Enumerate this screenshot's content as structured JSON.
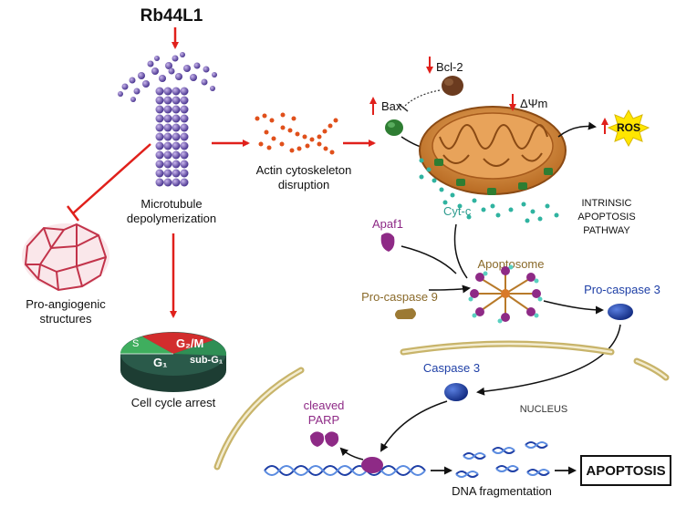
{
  "title": "Rb44L1",
  "labels": {
    "microtubule": [
      "Microtubule",
      "depolymerization"
    ],
    "actin": [
      "Actin cytoskeleton",
      "disruption"
    ],
    "angiogenic": [
      "Pro-angiogenic",
      "structures"
    ],
    "cell_cycle": "Cell cycle arrest",
    "bcl2": "Bcl-2",
    "bax": "Bax",
    "dpsi": "ΔΨm",
    "ros": "ROS",
    "cytc": "Cyt-c",
    "intrinsic": [
      "INTRINSIC",
      "APOPTOSIS",
      "PATHWAY"
    ],
    "apaf1": "Apaf1",
    "apoptosome": "Apoptosome",
    "procasp9": "Pro-caspase 9",
    "procasp3": "Pro-caspase 3",
    "caspase3": "Caspase 3",
    "nucleus": "NUCLEUS",
    "parp": [
      "cleaved",
      "PARP"
    ],
    "dna_frag": "DNA fragmentation",
    "apoptosis": "APOPTOSIS"
  },
  "pie": {
    "s": "S",
    "g2m": "G₂/M",
    "subg1": "sub-G₁",
    "g1": "G₁"
  },
  "colors": {
    "arrow": "#e0201b",
    "bax": "#2e8b2e",
    "apaf1": "#8e2a86",
    "procasp9": "#8a6a2a",
    "caspase3": "#1e3fa6",
    "nucleus_membrane": "#c8b46a",
    "mito": "#d9964a",
    "cytc": "#2fb3a0"
  }
}
